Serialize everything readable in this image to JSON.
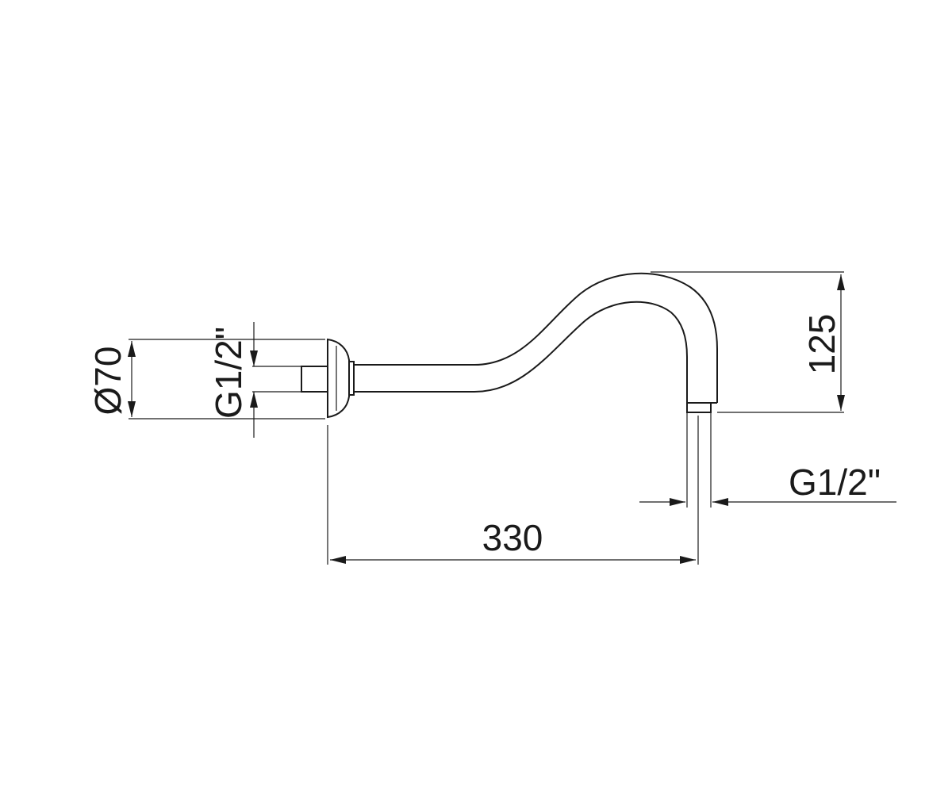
{
  "drawing": {
    "dimensions": {
      "flange_diameter": "Ø70",
      "inlet_thread": "G1/2\"",
      "height": "125",
      "outlet_thread": "G1/2\"",
      "length": "330"
    }
  }
}
